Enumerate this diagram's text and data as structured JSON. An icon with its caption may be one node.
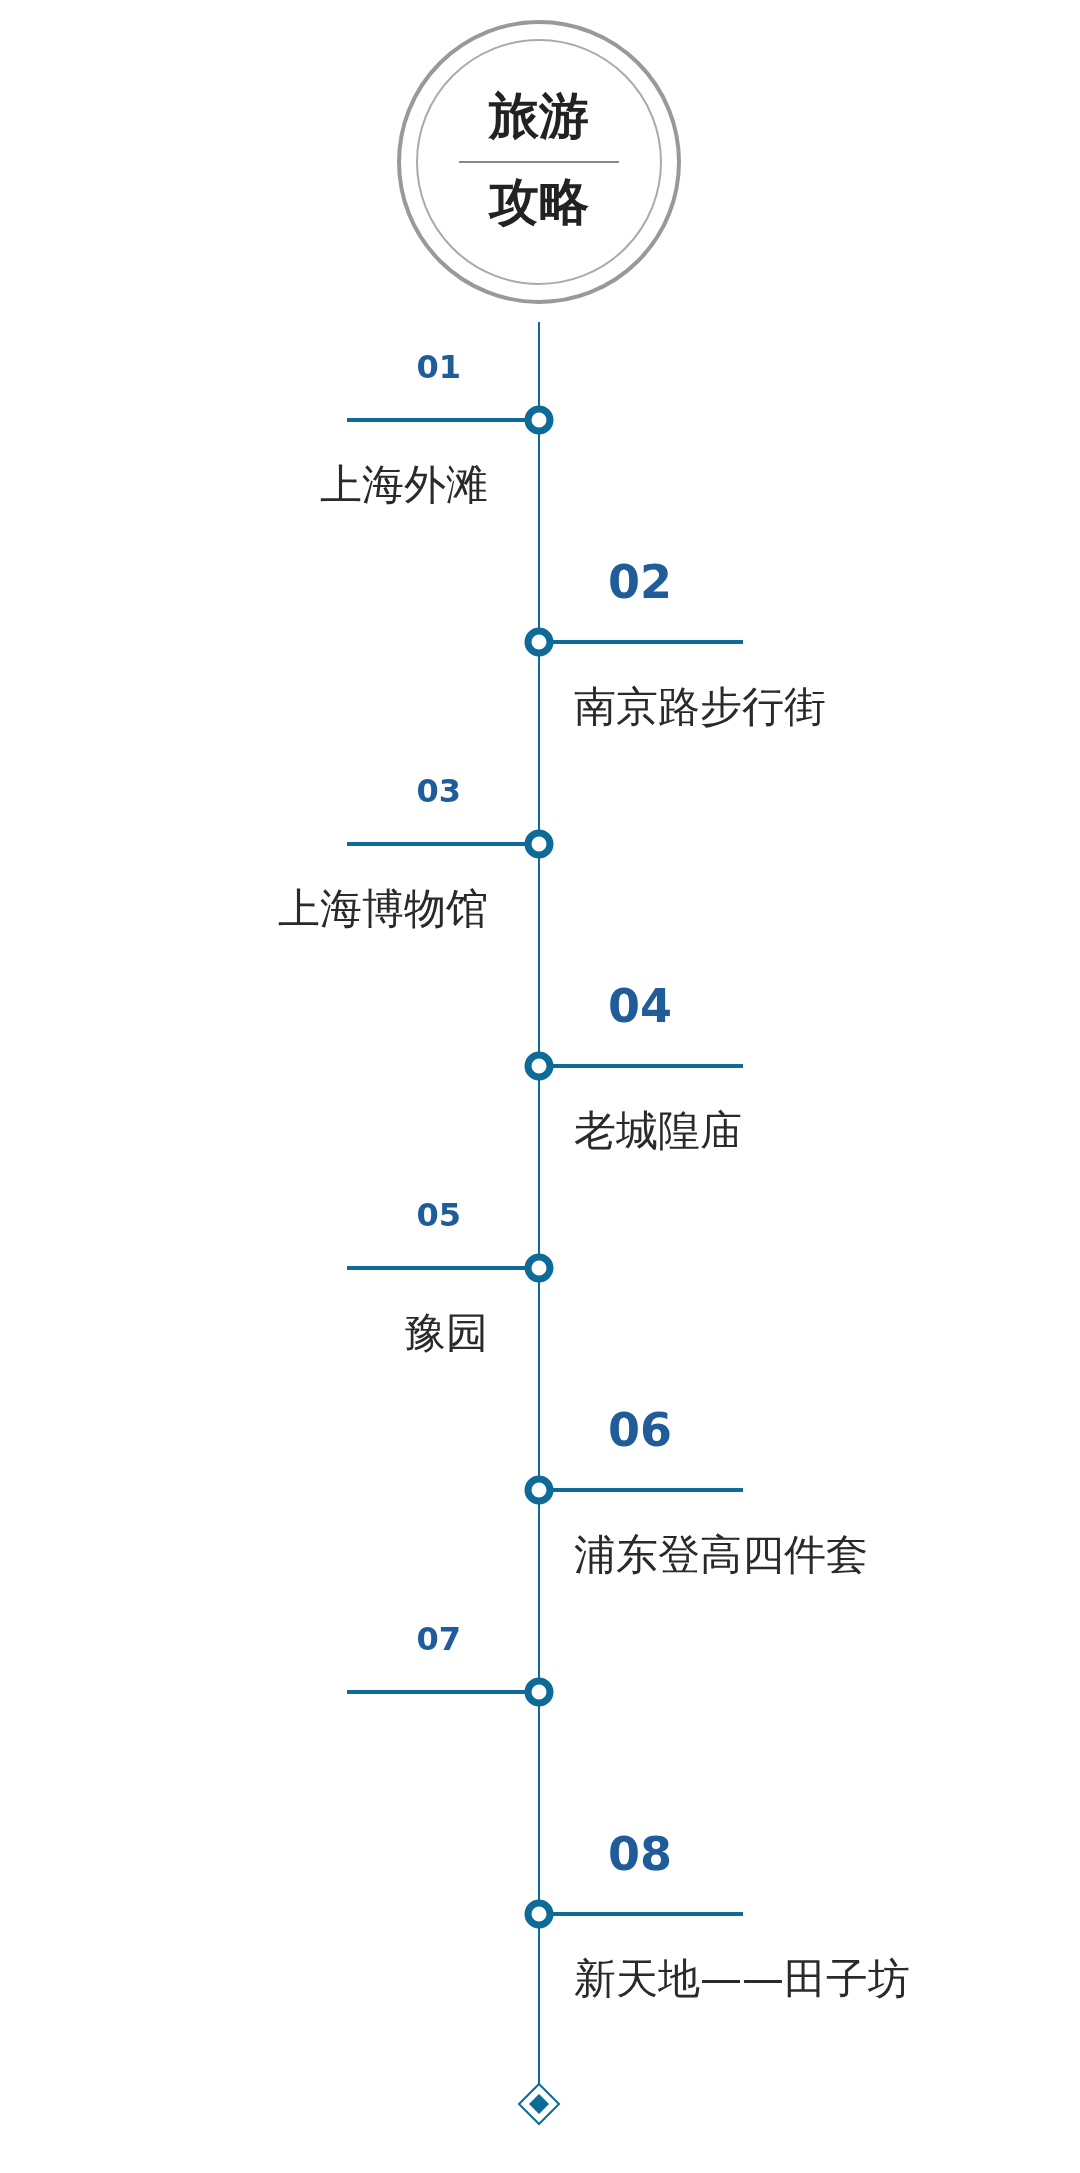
{
  "diagram": {
    "nodes": [
      {
        "text": [
          "旅游",
          "攻略"
        ]
      },
      {
        "text": [
          "01",
          "上海外滩"
        ]
      },
      {
        "text": [
          "02",
          "南京路步行街"
        ]
      },
      {
        "text": [
          "03",
          "上海博物馆"
        ]
      },
      {
        "text": [
          "04",
          "老城隍庙"
        ]
      },
      {
        "text": [
          "05",
          "豫园"
        ]
      },
      {
        "text": [
          "06",
          "浦东登高四件套"
        ]
      },
      {
        "text": [
          "07"
        ]
      },
      {
        "text": [
          "08",
          "新天地——田子坊"
        ]
      },
      {
        "text": [],
        "shape": "diamond"
      }
    ],
    "edges": [
      {
        "from": 0,
        "to": 1,
        "arrow": "none"
      },
      {
        "from": 1,
        "to": 2,
        "arrow": "none"
      },
      {
        "from": 2,
        "to": 3,
        "arrow": "none"
      },
      {
        "from": 3,
        "to": 4,
        "arrow": "none"
      },
      {
        "from": 4,
        "to": 5,
        "arrow": "none"
      },
      {
        "from": 5,
        "to": 6,
        "arrow": "none"
      },
      {
        "from": 6,
        "to": 7,
        "arrow": "none"
      },
      {
        "from": 7,
        "to": 8,
        "arrow": "none"
      },
      {
        "from": 8,
        "to": 9,
        "arrow": "none"
      }
    ]
  }
}
